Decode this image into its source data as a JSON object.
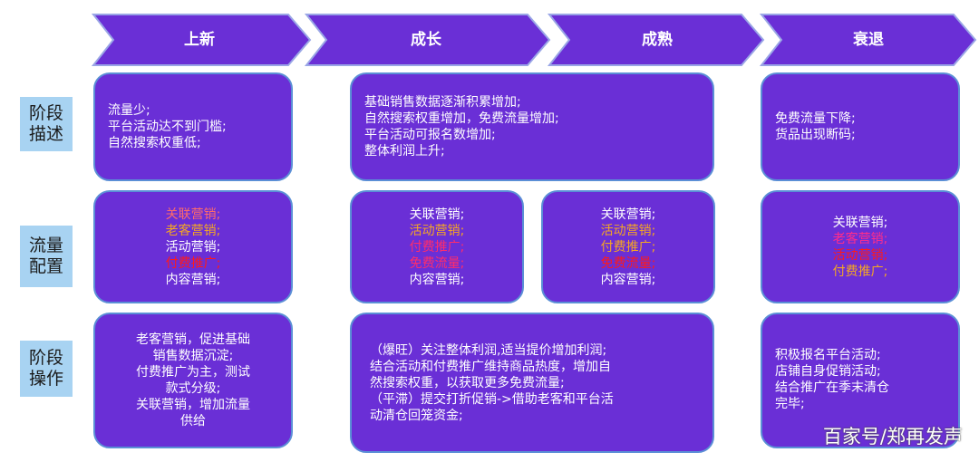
{
  "stages": [
    {
      "label": "上新"
    },
    {
      "label": "成长"
    },
    {
      "label": "成熟"
    },
    {
      "label": "衰退"
    }
  ],
  "row_labels": {
    "description": "阶段\n描述",
    "traffic": "流量\n配置",
    "operation": "阶段\n操作"
  },
  "description": {
    "launch": [
      "流量少;",
      "平台活动达不到门槛;",
      "自然搜索权重低;"
    ],
    "growth_mature": [
      "基础销售数据逐渐积累增加;",
      "自然搜索权重增加，免费流量增加;",
      "平台活动可报名数增加;",
      "整体利润上升;"
    ],
    "decline": [
      "免费流量下降;",
      "货品出现断码;"
    ]
  },
  "traffic": {
    "launch": [
      {
        "text": "关联营销;",
        "color": "#ff6b6b"
      },
      {
        "text": "老客营销;",
        "color": "#f5a623"
      },
      {
        "text": "活动营销;",
        "color": "#ffffff"
      },
      {
        "text": "付费推广;",
        "color": "#ff1a1a"
      },
      {
        "text": "内容营销;",
        "color": "#ffffff"
      }
    ],
    "growth": [
      {
        "text": "关联营销;",
        "color": "#ffffff"
      },
      {
        "text": "活动营销;",
        "color": "#f5a623"
      },
      {
        "text": "付费推广;",
        "color": "#ff2d6b"
      },
      {
        "text": "免费流量;",
        "color": "#ff2d6b"
      },
      {
        "text": "内容营销;",
        "color": "#ffffff"
      }
    ],
    "mature": [
      {
        "text": "关联营销;",
        "color": "#ffffff"
      },
      {
        "text": "活动营销;",
        "color": "#f5a623"
      },
      {
        "text": "付费推广;",
        "color": "#f5a623"
      },
      {
        "text": "免费流量;",
        "color": "#ff1a1a"
      },
      {
        "text": "内容营销;",
        "color": "#ffffff"
      }
    ],
    "decline": [
      {
        "text": "关联营销;",
        "color": "#ffffff"
      },
      {
        "text": "老客营销;",
        "color": "#ff2d8a"
      },
      {
        "text": "活动营销;",
        "color": "#ff1a1a"
      },
      {
        "text": "付费推广;",
        "color": "#f5a623"
      }
    ]
  },
  "operation": {
    "launch": [
      "老客营销，促进基础",
      "销售数据沉淀;",
      "付费推广为主，测试",
      "款式分级;",
      "关联营销，增加流量",
      "供给"
    ],
    "growth_mature": [
      "（爆旺）关注整体利润,适当提价增加利润;",
      "结合活动和付费推广维持商品热度，增加自",
      "然搜索权重，以获取更多免费流量;",
      "（平滞）提交打折促销->借助老客和平台活",
      "动清仓回笼资金;"
    ],
    "decline": [
      "积极报名平台活动;",
      "店铺自身促销活动;",
      "结合推广在季末清仓",
      "完毕;"
    ]
  },
  "watermark": "百家号/郑再发声",
  "colors": {
    "box_fill": "#6a2fd6",
    "box_border": "#5b8fd6",
    "chevron_fill": "#6a2fd6",
    "side_label_fill": "#a8d3f2"
  }
}
